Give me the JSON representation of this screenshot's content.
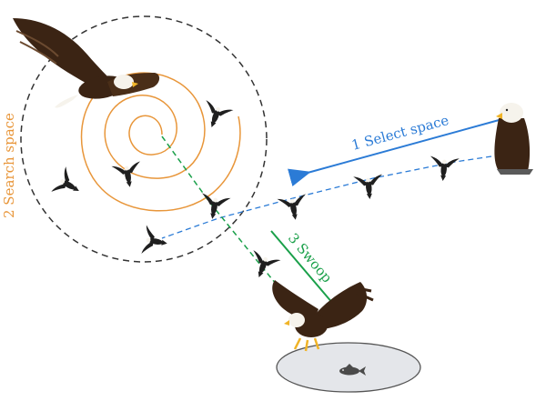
{
  "labels": {
    "step1": "1 Select space",
    "step2": "2 Search space",
    "step3": "3 Swoop"
  },
  "colors": {
    "select": "#2b7bd6",
    "search": "#e8963a",
    "swoop": "#1aa04a",
    "boundary": "#333333",
    "eagle_body": "#3b2414",
    "eagle_head": "#f6f3ec",
    "beak": "#f0b428",
    "pond_fill": "#e4e6ea",
    "fish": "#4a4a4a"
  },
  "icons": {
    "perched_eagle": "eagle-perched-icon",
    "soaring_eagle": "eagle-soaring-icon",
    "swooping_eagle": "eagle-swooping-icon",
    "bird_silhouette": "bird-silhouette-icon",
    "fish": "fish-icon"
  }
}
